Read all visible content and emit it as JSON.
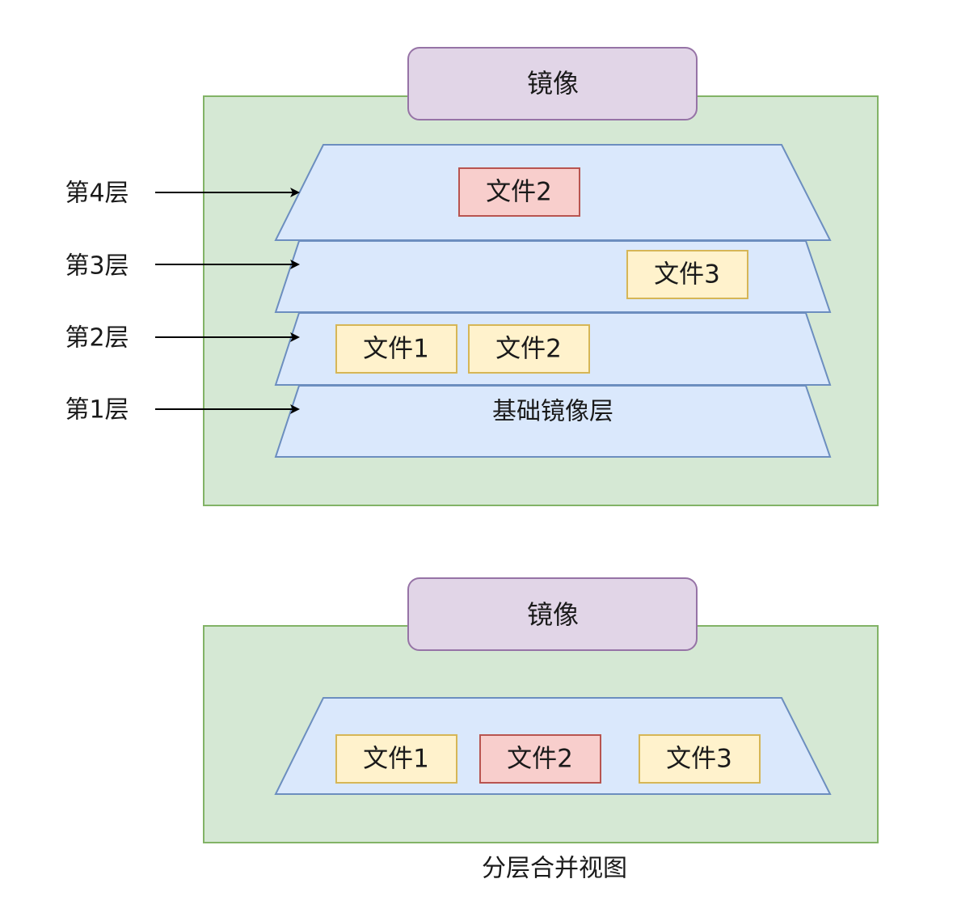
{
  "diagram": {
    "top": {
      "image_label": "镜像",
      "layers": [
        {
          "label": "第4层",
          "files": [
            {
              "text": "文件2",
              "kind": "modified"
            }
          ]
        },
        {
          "label": "第3层",
          "files": [
            {
              "text": "文件3",
              "kind": "normal"
            }
          ]
        },
        {
          "label": "第2层",
          "files": [
            {
              "text": "文件1",
              "kind": "normal"
            },
            {
              "text": "文件2",
              "kind": "normal"
            }
          ]
        },
        {
          "label": "第1层",
          "caption": "基础镜像层"
        }
      ]
    },
    "bottom": {
      "image_label": "镜像",
      "files": [
        {
          "text": "文件1",
          "kind": "normal"
        },
        {
          "text": "文件2",
          "kind": "modified"
        },
        {
          "text": "文件3",
          "kind": "normal"
        }
      ],
      "caption": "分层合并视图"
    }
  },
  "colors": {
    "container_fill": "#d5e8d4",
    "container_stroke": "#82b366",
    "image_fill": "#e1d5e7",
    "image_stroke": "#9673a6",
    "layer_fill": "#dae8fc",
    "layer_stroke": "#6c8ebf",
    "file_fill": "#fff2cc",
    "file_stroke": "#d6b656",
    "modified_fill": "#f8cecc",
    "modified_stroke": "#b85450",
    "arrow": "#000000"
  }
}
